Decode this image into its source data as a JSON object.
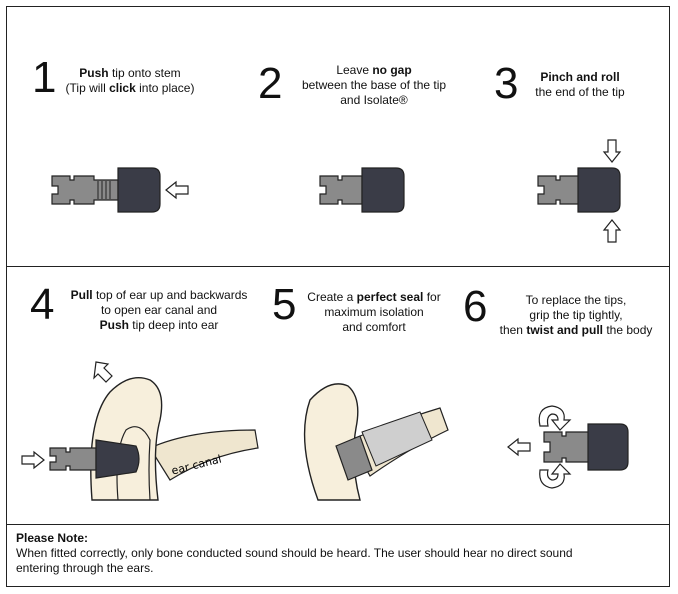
{
  "steps": [
    {
      "num": "1",
      "lines": [
        [
          {
            "t": "Push",
            "b": true
          },
          {
            "t": " tip onto stem"
          }
        ],
        [
          {
            "t": "(Tip will "
          },
          {
            "t": "click",
            "b": true
          },
          {
            "t": " into place)"
          }
        ]
      ]
    },
    {
      "num": "2",
      "lines": [
        [
          {
            "t": "Leave "
          },
          {
            "t": "no gap",
            "b": true
          }
        ],
        [
          {
            "t": "between the base of the tip"
          }
        ],
        [
          {
            "t": "and Isolate®"
          }
        ]
      ]
    },
    {
      "num": "3",
      "lines": [
        [
          {
            "t": "Pinch and roll",
            "b": true
          }
        ],
        [
          {
            "t": "the end of the tip"
          }
        ]
      ]
    },
    {
      "num": "4",
      "lines": [
        [
          {
            "t": "Pull",
            "b": true
          },
          {
            "t": " top of ear up and backwards"
          }
        ],
        [
          {
            "t": "to open ear canal and"
          }
        ],
        [
          {
            "t": "Push",
            "b": true
          },
          {
            "t": " tip deep into ear"
          }
        ]
      ]
    },
    {
      "num": "5",
      "lines": [
        [
          {
            "t": "Create a "
          },
          {
            "t": "perfect seal",
            "b": true
          },
          {
            "t": " for"
          }
        ],
        [
          {
            "t": "maximum isolation"
          }
        ],
        [
          {
            "t": "and comfort"
          }
        ]
      ]
    },
    {
      "num": "6",
      "lines": [
        [
          {
            "t": "To replace the tips,"
          }
        ],
        [
          {
            "t": "grip the tip tightly,"
          }
        ],
        [
          {
            "t": "then "
          },
          {
            "t": "twist and pull",
            "b": true
          },
          {
            "t": " the body"
          }
        ]
      ]
    }
  ],
  "ear_label": "ear canal",
  "note": {
    "title": "Please Note:",
    "line1": "When fitted correctly, only bone conducted sound should be heard. The user should hear no direct sound",
    "line2": "entering through the ears."
  },
  "colors": {
    "stem": "#8a8a8a",
    "tip": "#3a3c47",
    "skin": "#f7efdc",
    "canal": "#efe6cf",
    "outline": "#222222"
  }
}
